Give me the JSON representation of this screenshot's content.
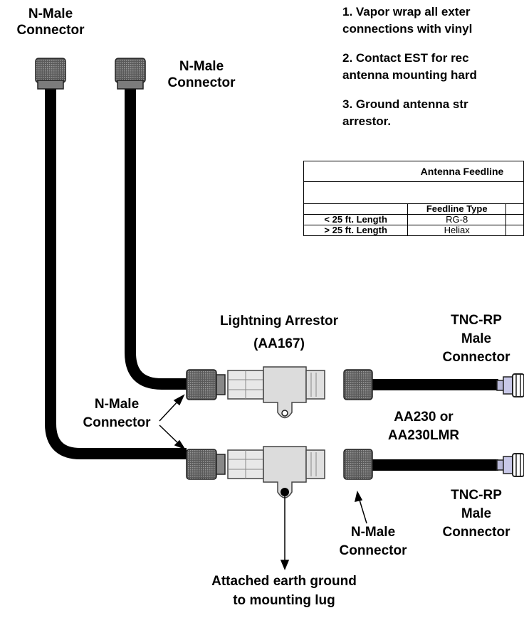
{
  "notes": [
    "1.  Vapor wrap all exter",
    "connections with vinyl",
    "2.  Contact EST for rec",
    "antenna mounting hard",
    "3.  Ground antenna str",
    "arrestor."
  ],
  "labels": {
    "top_left_connector": [
      "N-Male",
      "Connector"
    ],
    "top_second_connector": [
      "N-Male",
      "Connector"
    ],
    "arrestor": [
      "Lightning Arrestor",
      "(AA167)"
    ],
    "tnc_top": [
      "TNC-RP",
      "Male",
      "Connector"
    ],
    "n_male_left": [
      "N-Male",
      "Connector"
    ],
    "cable": [
      "AA230 or",
      "AA230LMR"
    ],
    "tnc_bottom": [
      "TNC-RP",
      "Male",
      "Connector"
    ],
    "n_male_bottom": [
      "N-Male",
      "Connector"
    ],
    "ground": [
      "Attached earth ground",
      "to mounting lug"
    ]
  },
  "table": {
    "title": "Antenna Feedline",
    "header": [
      "",
      "Feedline Type"
    ],
    "rows": [
      [
        "< 25 ft. Length",
        "RG-8"
      ],
      [
        "> 25 ft. Length",
        "Heliax"
      ]
    ]
  },
  "colors": {
    "cable": "#000000",
    "connector_body": "#6a6a6a",
    "arrestor_body": "#dcdcdc",
    "tnc_body": "#b8b8d8"
  }
}
